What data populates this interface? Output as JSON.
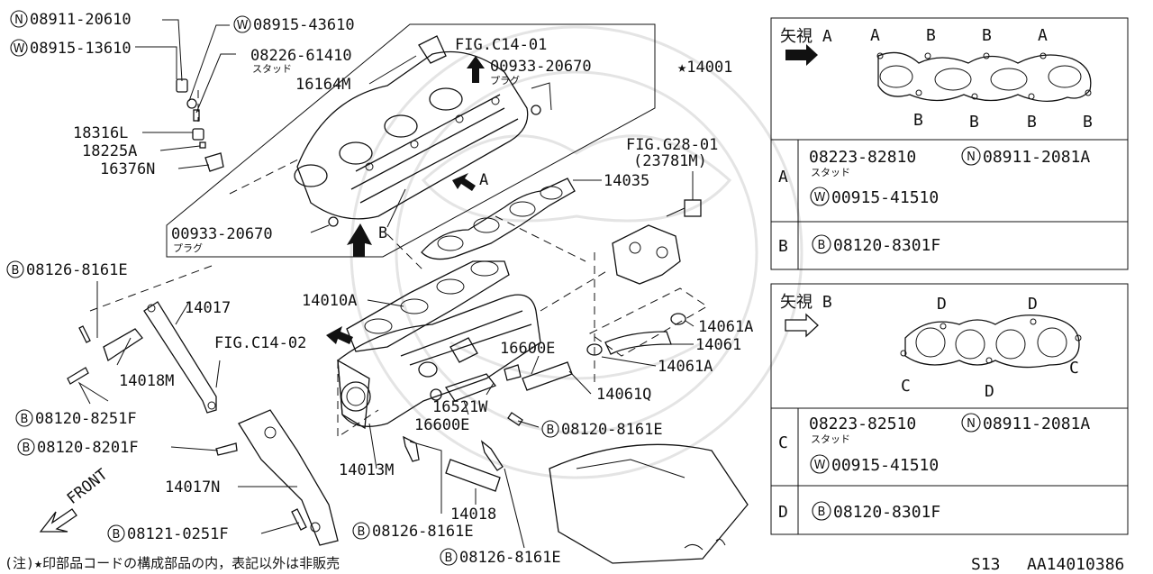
{
  "callouts": {
    "n_08911_20610": {
      "prefix": "N",
      "number": "08911-20610"
    },
    "w_08915_43610": {
      "prefix": "W",
      "number": "08915-43610"
    },
    "w_08915_13610": {
      "prefix": "W",
      "number": "08915-13610"
    },
    "stud_08226": {
      "number": "08226-61410",
      "note": "スタッド"
    },
    "p_16164m": "16164M",
    "fig_c14_01": "FIG.C14-01",
    "plug_top": {
      "number": "00933-20670",
      "note": "プラグ"
    },
    "p_14001": "★14001",
    "p_18316l": "18316L",
    "p_18225a": "18225A",
    "p_16376n": "16376N",
    "arrow_a": "A",
    "arrow_b": "B",
    "plug_bottom": {
      "number": "00933-20670",
      "note": "プラグ"
    },
    "fig_g28_01": {
      "line1": "FIG.G28-01",
      "line2": "(23781M)"
    },
    "p_14035": "14035",
    "b_08126_8161e_left": {
      "prefix": "B",
      "number": "08126-8161E"
    },
    "p_14017": "14017",
    "p_14010a": "14010A",
    "fig_c14_02": "FIG.C14-02",
    "p_14061a_top": "14061A",
    "p_14061": "14061",
    "p_14061a_bottom": "14061A",
    "p_16600e_top": "16600E",
    "p_14018m": "14018M",
    "p_14061q": "14061Q",
    "p_16521w": "16521W",
    "b_08120_8251f": {
      "prefix": "B",
      "number": "08120-8251F"
    },
    "p_16600e_bottom": "16600E",
    "b_08120_8161e": {
      "prefix": "B",
      "number": "08120-8161E"
    },
    "b_08120_8201f": {
      "prefix": "B",
      "number": "08120-8201F"
    },
    "p_14013m": "14013M",
    "p_14017n": "14017N",
    "front": "FRONT",
    "p_14018": "14018",
    "b_08121_0251f": {
      "prefix": "B",
      "number": "08121-0251F"
    },
    "b_08126_8161e_mid": {
      "prefix": "B",
      "number": "08126-8161E"
    },
    "b_08126_8161e_bottom": {
      "prefix": "B",
      "number": "08126-8161E"
    },
    "footnote": "(注)★印部品コードの構成部品の内，表記以外は非販売"
  },
  "view_a": {
    "title": "矢視 A",
    "labels_top": [
      "A",
      "B",
      "B",
      "A"
    ],
    "labels_bottom": [
      "B",
      "B",
      "B",
      "B"
    ],
    "table": [
      {
        "key": "A",
        "stud_number": "08223-82810",
        "stud_note": "スタッド",
        "nut_prefix": "N",
        "nut_number": "08911-2081A",
        "washer_prefix": "W",
        "washer_number": "00915-41510"
      },
      {
        "key": "B",
        "bolt_prefix": "B",
        "bolt_number": "08120-8301F"
      }
    ]
  },
  "view_b": {
    "title": "矢視 B",
    "labels_top": [
      "D",
      "D"
    ],
    "labels_bottom": [
      "C",
      "D",
      "C"
    ],
    "table": [
      {
        "key": "C",
        "stud_number": "08223-82510",
        "stud_note": "スタッド",
        "nut_prefix": "N",
        "nut_number": "08911-2081A",
        "washer_prefix": "W",
        "washer_number": "00915-41510"
      },
      {
        "key": "D",
        "bolt_prefix": "B",
        "bolt_number": "08120-8301F"
      }
    ]
  },
  "footer": {
    "model": "S13",
    "diagram_id": "AA14010386"
  }
}
